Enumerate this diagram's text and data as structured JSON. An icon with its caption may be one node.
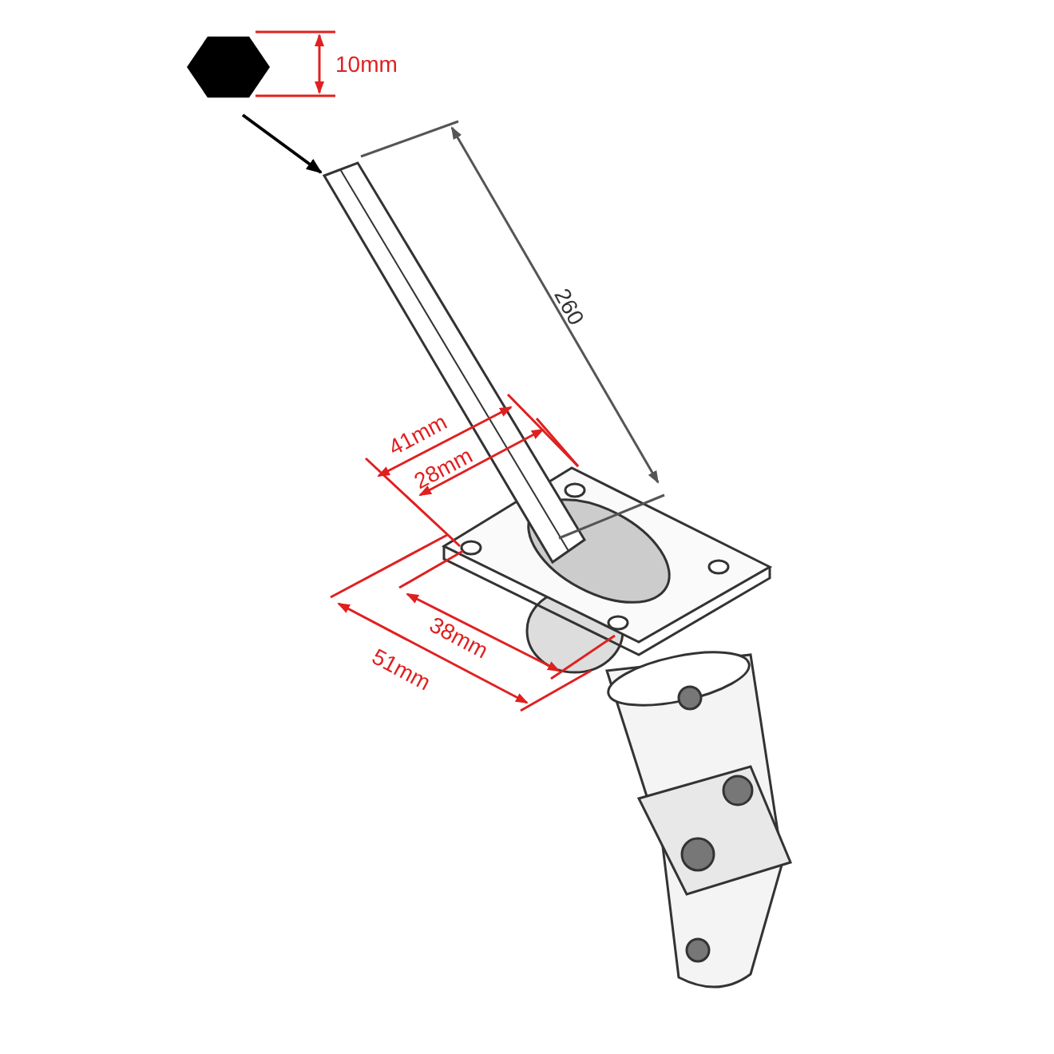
{
  "diagram": {
    "nodes": [
      {
        "text": [],
        "shape": "hexagon"
      },
      {
        "text": [],
        "shape": "bar"
      }
    ],
    "edges": [
      {
        "from": 0,
        "to": 1,
        "arrow": "to"
      }
    ],
    "labels": [
      "10mm",
      "260",
      "41mm",
      "28mm",
      "38mm",
      "51mm"
    ]
  }
}
